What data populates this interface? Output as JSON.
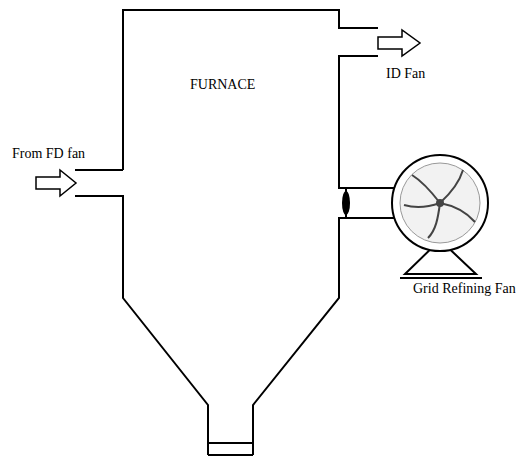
{
  "diagram": {
    "nodes": [
      {
        "text": [
          "FURNACE"
        ]
      }
    ],
    "labels": [
      "From FD fan",
      "ID Fan",
      "Grid Refining Fan"
    ]
  }
}
